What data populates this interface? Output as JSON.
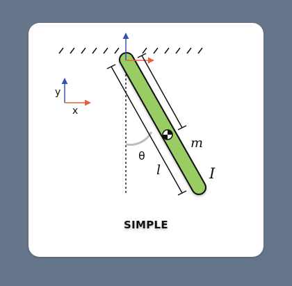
{
  "diagram": {
    "caption": "SIMPLE",
    "axis_x_label": "x",
    "axis_y_label": "y",
    "angle_label": "θ",
    "length_label": "l",
    "mass_label": "m",
    "inertia_label": "I"
  },
  "colors": {
    "background": "#65758a",
    "card": "#ffffff",
    "rod_fill": "#9acc64",
    "rod_stroke": "#111111",
    "x_axis": "#e8603c",
    "y_axis": "#3a4fb5",
    "angle_arc": "#bdbdbd"
  },
  "icons": [
    "ceiling-hatch",
    "center-of-mass-marker",
    "coordinate-axes"
  ]
}
